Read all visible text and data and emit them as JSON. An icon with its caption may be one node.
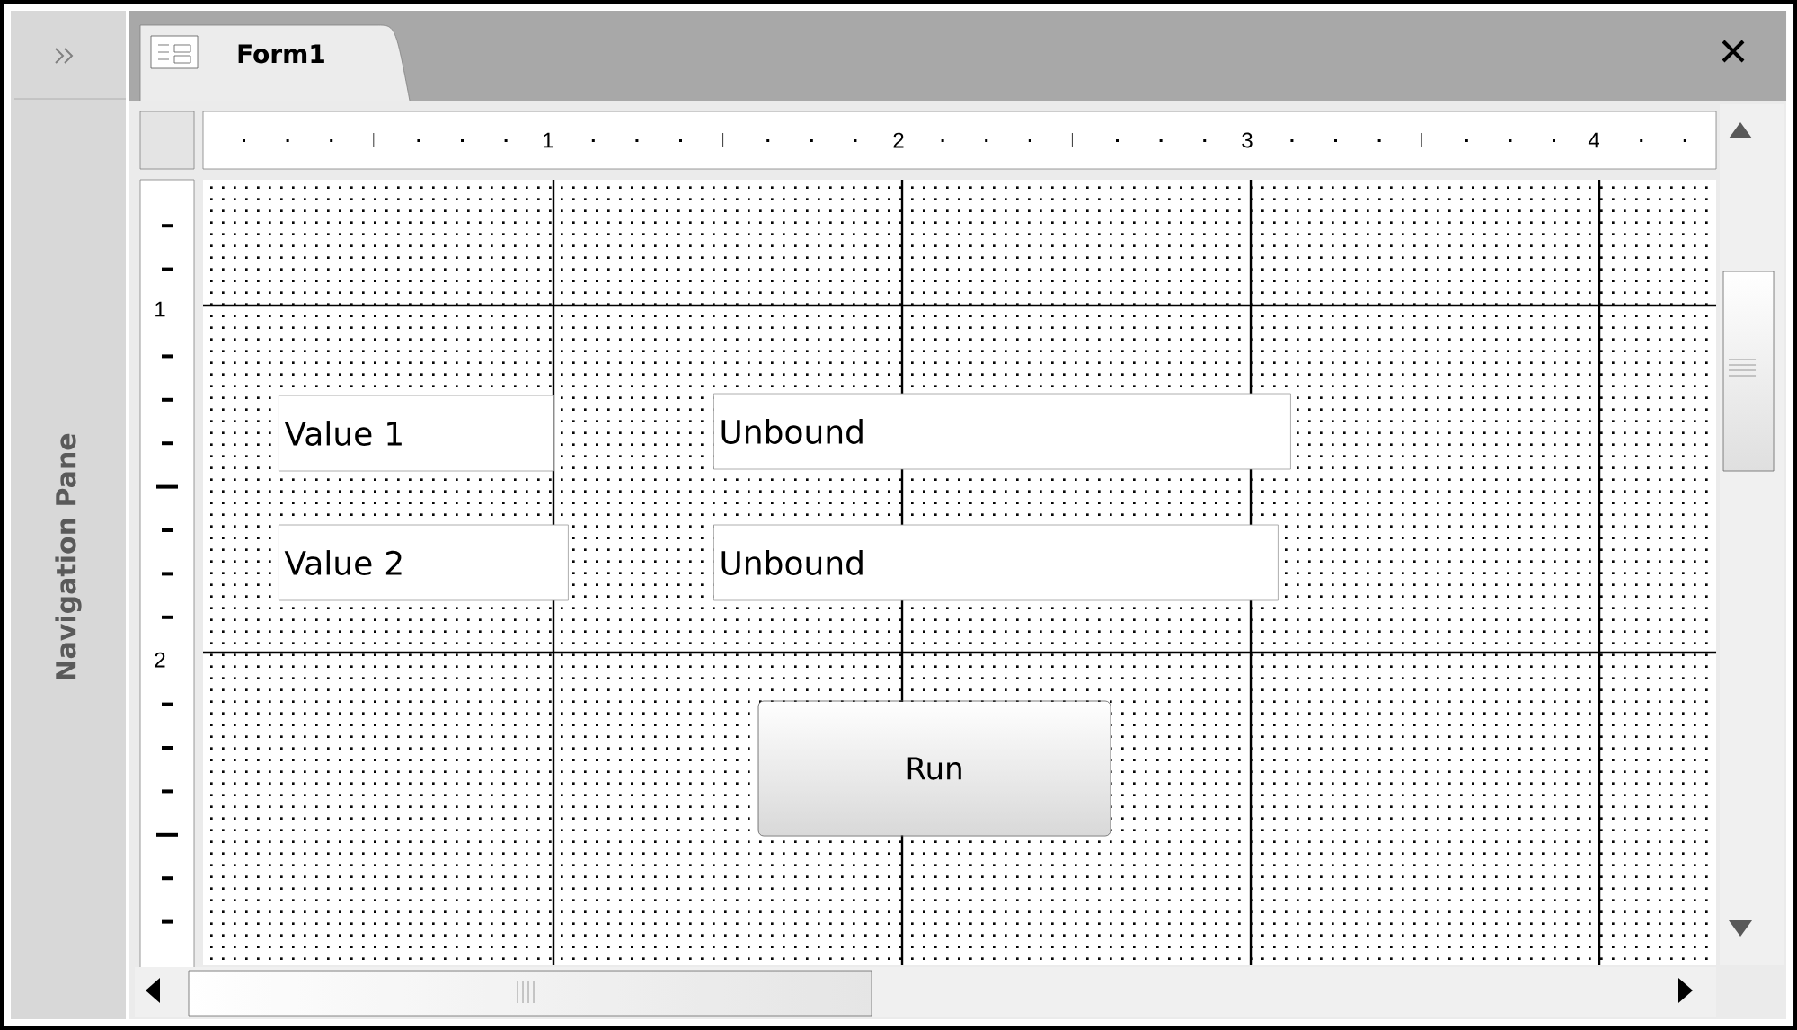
{
  "diagram": {
    "nodes": [
      {
        "text": [
          "Value 1"
        ]
      },
      {
        "text": [
          "Unbound"
        ]
      },
      {
        "text": [
          "Value 2"
        ]
      },
      {
        "text": [
          "Unbound"
        ]
      },
      {
        "text": [
          "Run"
        ]
      }
    ],
    "labels": [
      "Navigation Pane",
      "Form1",
      "1",
      "2",
      "3",
      "4",
      "1",
      "2"
    ]
  }
}
